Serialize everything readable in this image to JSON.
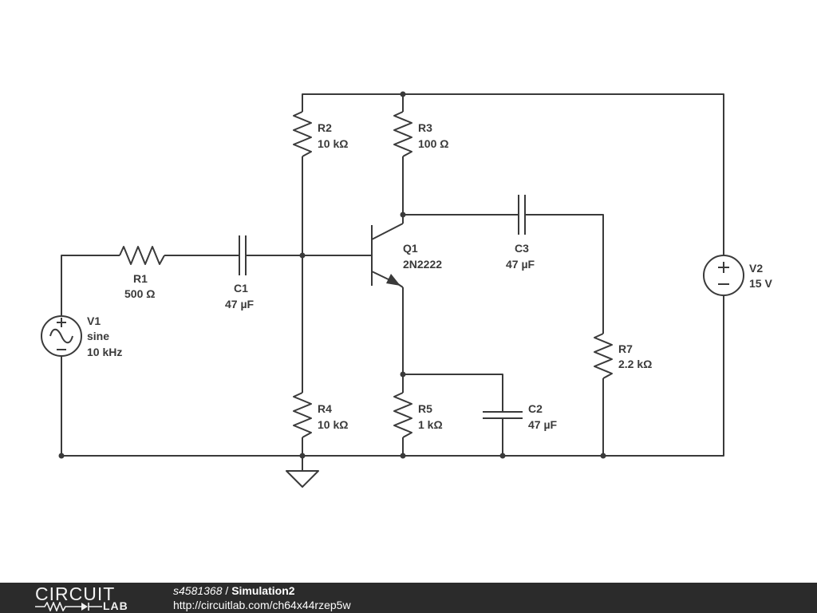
{
  "components": {
    "R1": {
      "name": "R1",
      "value": "500 Ω"
    },
    "R2": {
      "name": "R2",
      "value": "10 kΩ"
    },
    "R3": {
      "name": "R3",
      "value": "100 Ω"
    },
    "R4": {
      "name": "R4",
      "value": "10 kΩ"
    },
    "R5": {
      "name": "R5",
      "value": "1 kΩ"
    },
    "R7": {
      "name": "R7",
      "value": "2.2 kΩ"
    },
    "C1": {
      "name": "C1",
      "value": "47 µF"
    },
    "C2": {
      "name": "C2",
      "value": "47 µF"
    },
    "C3": {
      "name": "C3",
      "value": "47 µF"
    },
    "Q1": {
      "name": "Q1",
      "value": "2N2222"
    },
    "V1": {
      "name": "V1",
      "type": "sine",
      "value": "10 kHz"
    },
    "V2": {
      "name": "V2",
      "value": "15 V"
    }
  },
  "footer": {
    "logo_top": "CIRCUIT",
    "logo_bottom": "LAB",
    "user": "s4581368",
    "separator": " / ",
    "project": "Simulation2",
    "url": "http://circuitlab.com/ch64x44rzep5w"
  }
}
